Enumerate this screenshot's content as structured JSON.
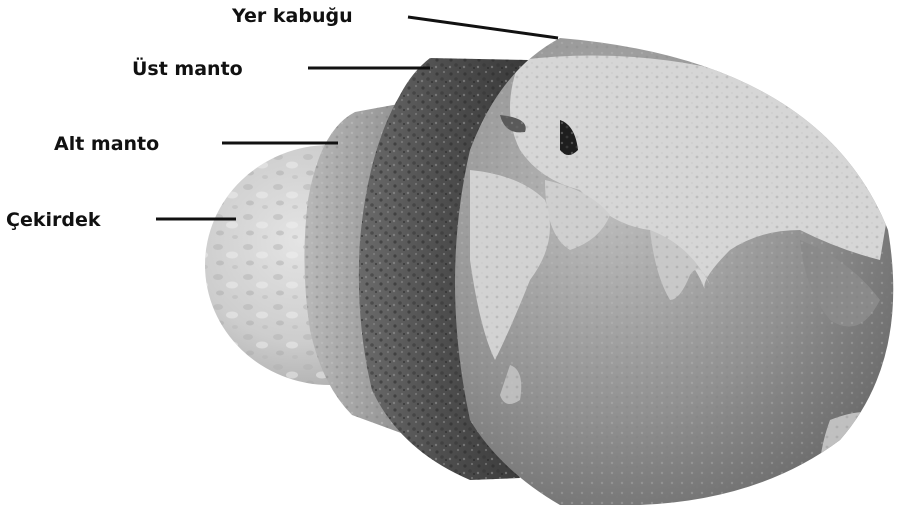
{
  "labels": {
    "crust": "Yer kabuğu",
    "upper_mantle": "Üst manto",
    "lower_mantle": "Alt manto",
    "core": "Çekirdek"
  },
  "colors": {
    "core": "#c9c9c9",
    "lower_mantle": "#9a9a9a",
    "upper_mantle": "#4f4f4f",
    "ocean": "#8e8e8e",
    "land": "#d8d8d8",
    "line": "#111111"
  }
}
